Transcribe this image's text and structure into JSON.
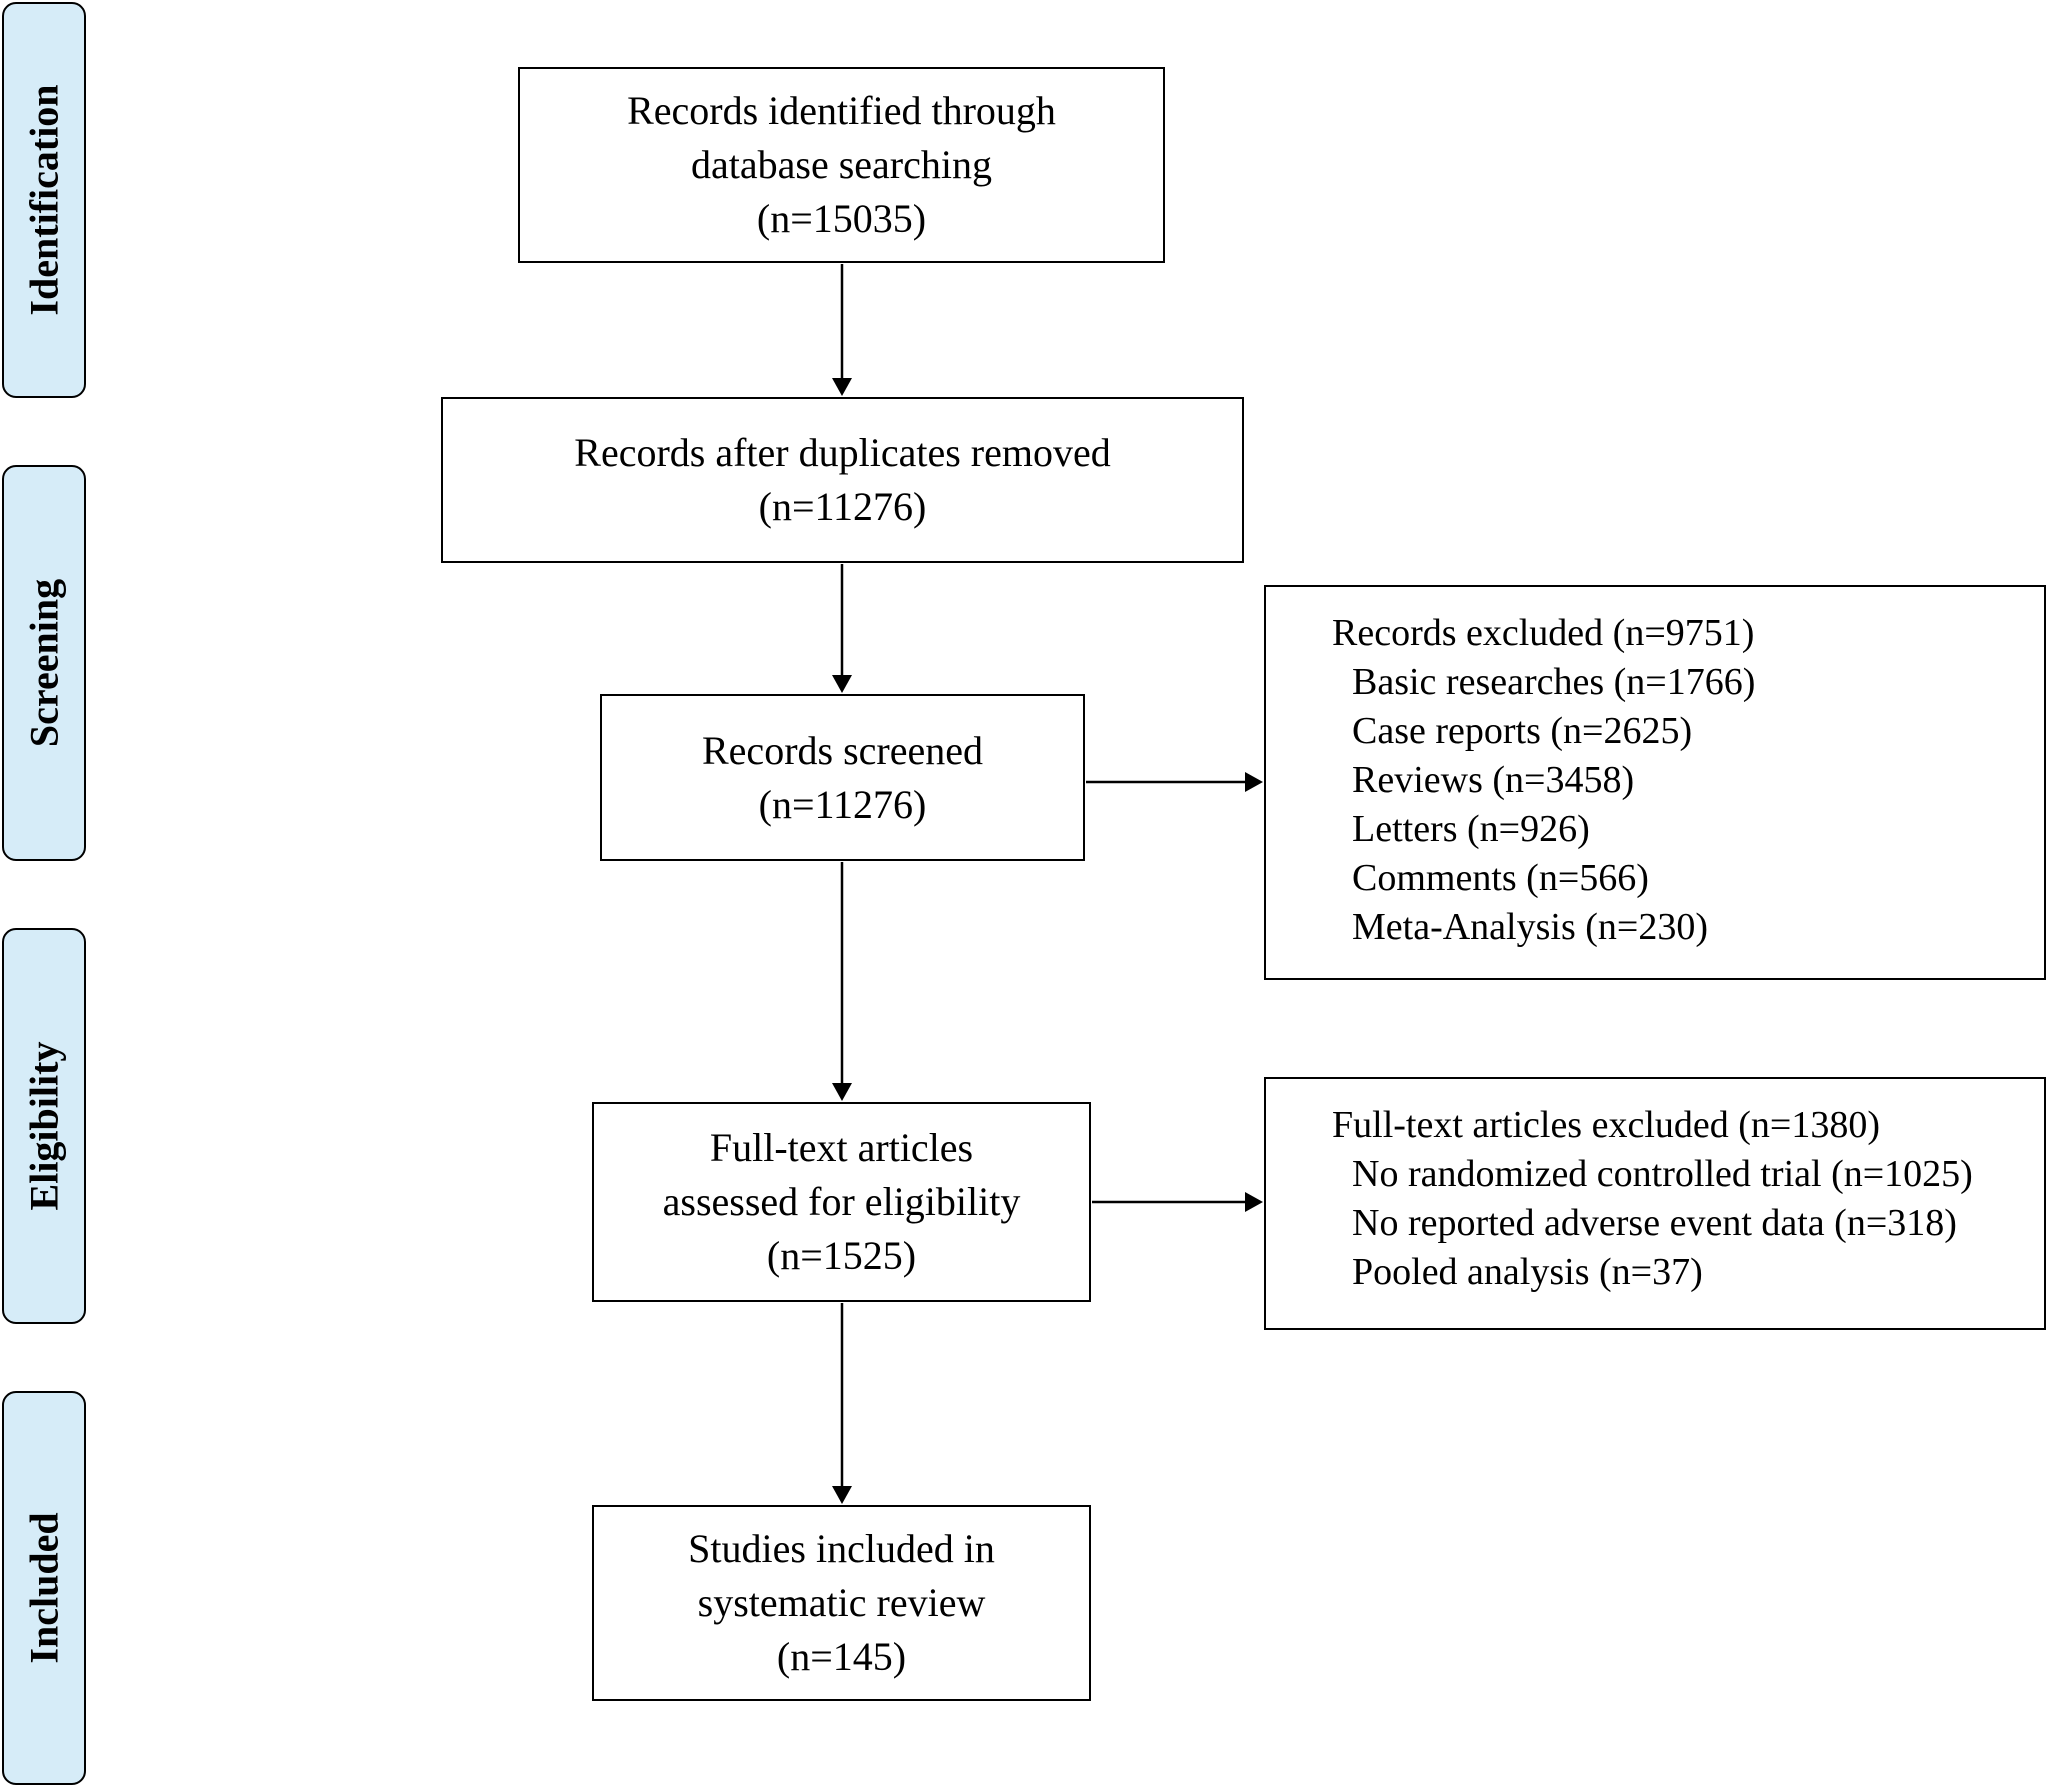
{
  "stages": [
    {
      "id": "identification",
      "label": "Identification"
    },
    {
      "id": "screening",
      "label": "Screening"
    },
    {
      "id": "eligibility",
      "label": "Eligibility"
    },
    {
      "id": "included",
      "label": "Included"
    }
  ],
  "boxes": {
    "identified": {
      "lines": [
        "Records identified  through",
        "database searching",
        "(n=15035)"
      ]
    },
    "duplicates_removed": {
      "lines": [
        "Records after duplicates removed",
        "(n=11276)"
      ]
    },
    "screened": {
      "lines": [
        "Records screened",
        "(n=11276)"
      ]
    },
    "full_text_assessed": {
      "lines": [
        "Full-text  articles",
        "assessed for eligibility",
        "(n=1525)"
      ]
    },
    "included": {
      "lines": [
        "Studies  included  in",
        "systematic  review",
        "(n=145)"
      ]
    }
  },
  "exclusions": {
    "records_excluded": {
      "heading": "Records excluded (n=9751)",
      "items": [
        "Basic researches (n=1766)",
        "Case reports (n=2625)",
        "Reviews (n=3458)",
        "Letters (n=926)",
        "Comments (n=566)",
        "Meta-Analysis (n=230)"
      ]
    },
    "full_text_excluded": {
      "heading": "Full-text  articles excluded  (n=1380)",
      "items": [
        "No randomized  controlled trial  (n=1025)",
        "No reported adverse event data (n=318)",
        "Pooled  analysis  (n=37)"
      ]
    }
  },
  "colors": {
    "stage_fill": "#d6ecf8",
    "stroke": "#000000"
  }
}
